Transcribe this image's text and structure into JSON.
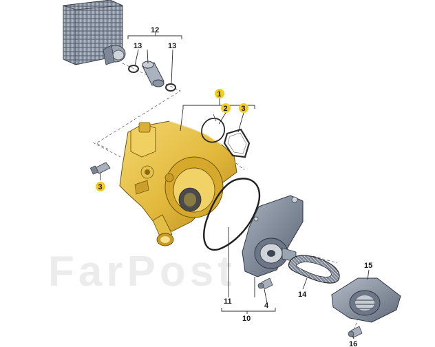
{
  "diagram": {
    "watermark": "FarPost",
    "callouts": [
      {
        "id": "c12",
        "label": "12",
        "highlighted": false
      },
      {
        "id": "c13a",
        "label": "13",
        "highlighted": false
      },
      {
        "id": "c13b",
        "label": "13",
        "highlighted": false
      },
      {
        "id": "c1",
        "label": "1",
        "highlighted": true
      },
      {
        "id": "c2",
        "label": "2",
        "highlighted": true
      },
      {
        "id": "c3a",
        "label": "3",
        "highlighted": true
      },
      {
        "id": "c3b",
        "label": "3",
        "highlighted": true
      },
      {
        "id": "c4",
        "label": "4",
        "highlighted": false
      },
      {
        "id": "c10",
        "label": "10",
        "highlighted": false
      },
      {
        "id": "c11",
        "label": "11",
        "highlighted": false
      },
      {
        "id": "c14",
        "label": "14",
        "highlighted": false
      },
      {
        "id": "c15",
        "label": "15",
        "highlighted": false
      },
      {
        "id": "c16",
        "label": "16",
        "highlighted": false
      }
    ],
    "colors": {
      "highlight": "#f2cd1c",
      "housing": "#e7c24a",
      "housing_shade": "#c89a1f",
      "steel": "#8e98a8",
      "steel_dark": "#4f5866",
      "line": "#2b2b2b"
    }
  }
}
